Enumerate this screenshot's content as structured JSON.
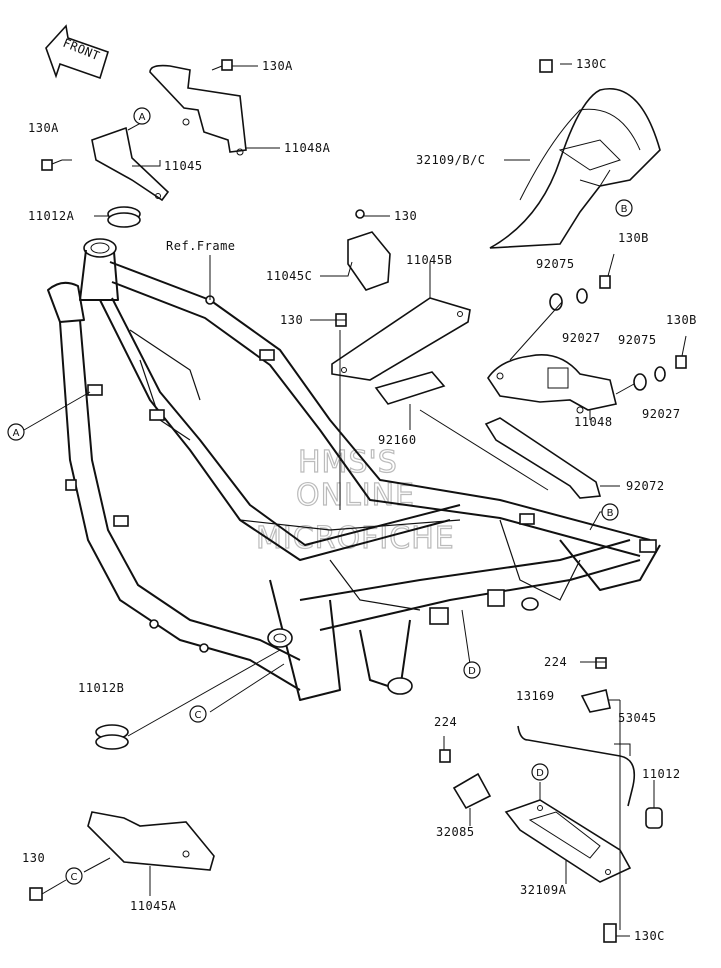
{
  "front_label": "FRONT",
  "watermark": [
    "HMS'S",
    "ONLINE",
    "MICROFICHE"
  ],
  "callouts": {
    "A": "A",
    "B": "B",
    "C": "C",
    "D": "D"
  },
  "part_labels": {
    "p130A_top": "130A",
    "p130A_left": "130A",
    "p11048A": "11048A",
    "p11045": "11045",
    "p130C_top": "130C",
    "p32109BC": "32109/B/C",
    "p11012A": "11012A",
    "pRefFrame": "Ref.Frame",
    "p130_mid": "130",
    "p11045C": "11045C",
    "p11045B": "11045B",
    "p130B_a": "130B",
    "p92075_a": "92075",
    "p92027_a": "92027",
    "p130_left": "130",
    "p130B_b": "130B",
    "p92075_b": "92075",
    "p92027_b": "92027",
    "p92160": "92160",
    "p11048": "11048",
    "p92072": "92072",
    "p224_a": "224",
    "p13169": "13169",
    "p53045": "53045",
    "p11012B": "11012B",
    "p224_b": "224",
    "p11012": "11012",
    "p32085": "32085",
    "p32109A": "32109A",
    "p130_bottom": "130",
    "p11045A": "11045A",
    "p130C_bottom": "130C"
  }
}
